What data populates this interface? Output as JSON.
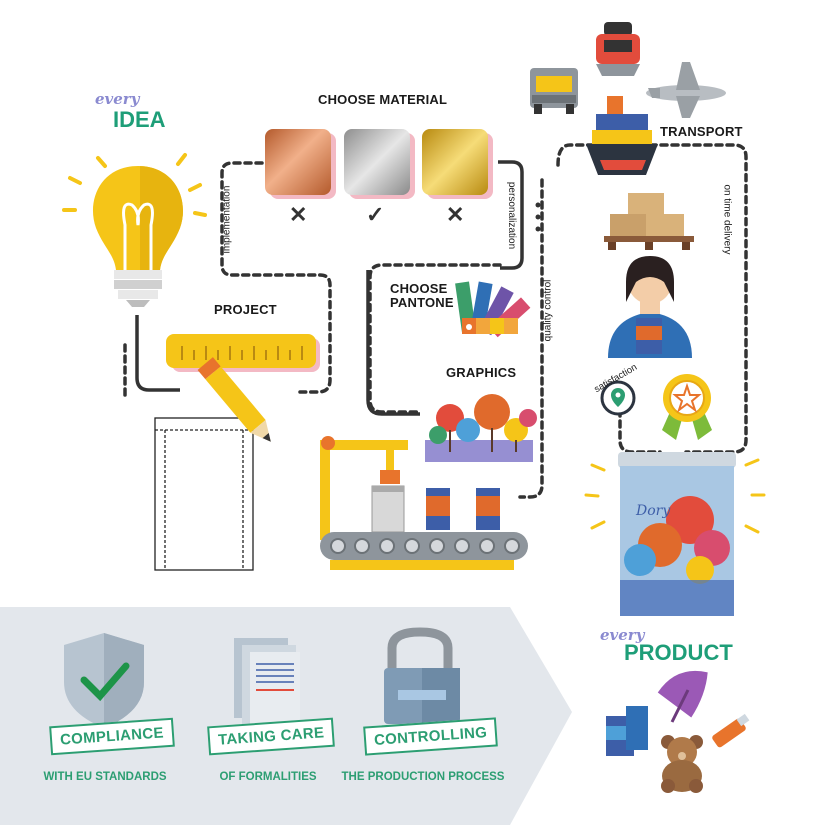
{
  "idea": {
    "every": "every",
    "word": "IDEA"
  },
  "product": {
    "every": "every",
    "word": "PRODUCT"
  },
  "steps": {
    "choose_material": "CHOOSE MATERIAL",
    "project": "PROJECT",
    "choose_pantone_line1": "CHOOSE",
    "choose_pantone_line2": "PANTONE",
    "graphics": "GRAPHICS",
    "transport": "TRANSPORT"
  },
  "path_labels": {
    "implementation": "implementation",
    "personalization": "personalization",
    "quality_control": "quality control",
    "on_time_delivery": "on time delivery",
    "satisfaction": "satisfaction"
  },
  "materials": [
    {
      "name": "copper",
      "mark": "✕"
    },
    {
      "name": "silver",
      "mark": "✓"
    },
    {
      "name": "gold",
      "mark": "✕"
    }
  ],
  "services": [
    {
      "stamp": "COMPLIANCE",
      "caption": "WITH EU STANDARDS"
    },
    {
      "stamp": "TAKING CARE",
      "caption": "OF FORMALITIES"
    },
    {
      "stamp": "CONTROLLING",
      "caption": "THE PRODUCTION PROCESS"
    }
  ],
  "colors": {
    "accent_green": "#2c9e72",
    "title_green": "#1e9e78",
    "every_purple": "#8a8ad0",
    "bottom_band": "#e3e7ec",
    "bulb_yellow": "#f5c518"
  }
}
